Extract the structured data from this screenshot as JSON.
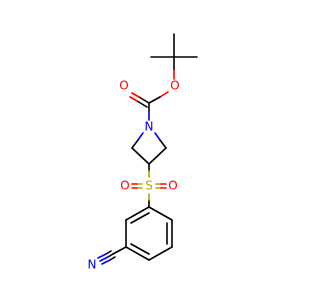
{
  "molecule": {
    "atom_labels": {
      "ester_oxygen": "O",
      "carbonyl_oxygen": "O",
      "azetidine_nitrogen": "N",
      "sulfur": "S",
      "sulfonyl_oxygen_left": "O",
      "sulfonyl_oxygen_right": "O",
      "nitrile_nitrogen": "N"
    },
    "colors": {
      "carbon": "#000000",
      "oxygen": "#ff0000",
      "nitrogen": "#0000ff",
      "sulfur": "#b8a000"
    }
  }
}
